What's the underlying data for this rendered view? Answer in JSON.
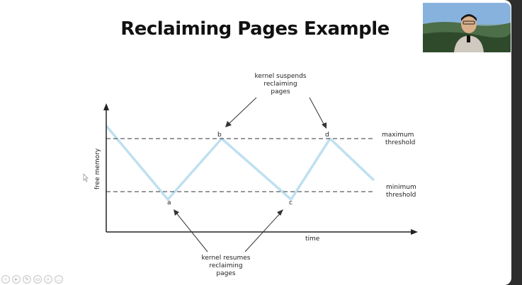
{
  "slide": {
    "title": "Reclaiming Pages Example"
  },
  "diagram": {
    "y_axis_label": "free memory",
    "x_axis_label": "time",
    "threshold_max": [
      "maximum",
      "threshold"
    ],
    "threshold_min": [
      "minimum",
      "threshold"
    ],
    "points": {
      "a": "a",
      "b": "b",
      "c": "c",
      "d": "d"
    },
    "annotation_top": [
      "kernel suspends",
      "reclaiming",
      "pages"
    ],
    "annotation_bottom": [
      "kernel resumes",
      "reclaiming",
      "pages"
    ],
    "line_color": "#bfe0f0"
  },
  "webcam": {
    "description": "presenter-video"
  },
  "navigation": {
    "buttons": [
      "prev-icon",
      "play-icon",
      "pen-icon",
      "slides-icon",
      "zoom-icon",
      "more-icon"
    ]
  }
}
